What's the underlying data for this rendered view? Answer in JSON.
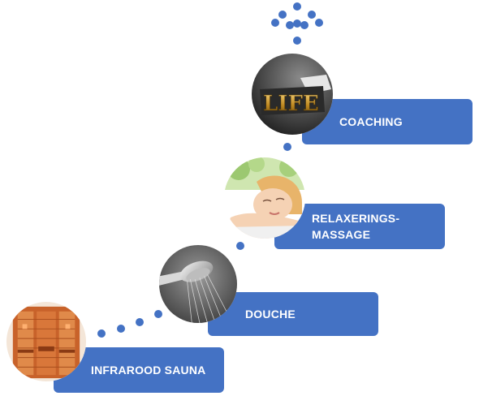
{
  "colors": {
    "box_fill": "#4472c4",
    "box_text": "#ffffff",
    "dot": "#4472c4"
  },
  "steps": [
    {
      "label": "INFRAROOD SAUNA",
      "image": "infrared-sauna-cabin"
    },
    {
      "label": "DOUCHE",
      "image": "shower-head"
    },
    {
      "label_line1": "RELAXERINGS-",
      "label_line2": "MASSAGE",
      "image": "relaxed-woman-face"
    },
    {
      "label": "COACHING",
      "image": "life-gold-letters"
    }
  ],
  "logo_text": "LIFE"
}
